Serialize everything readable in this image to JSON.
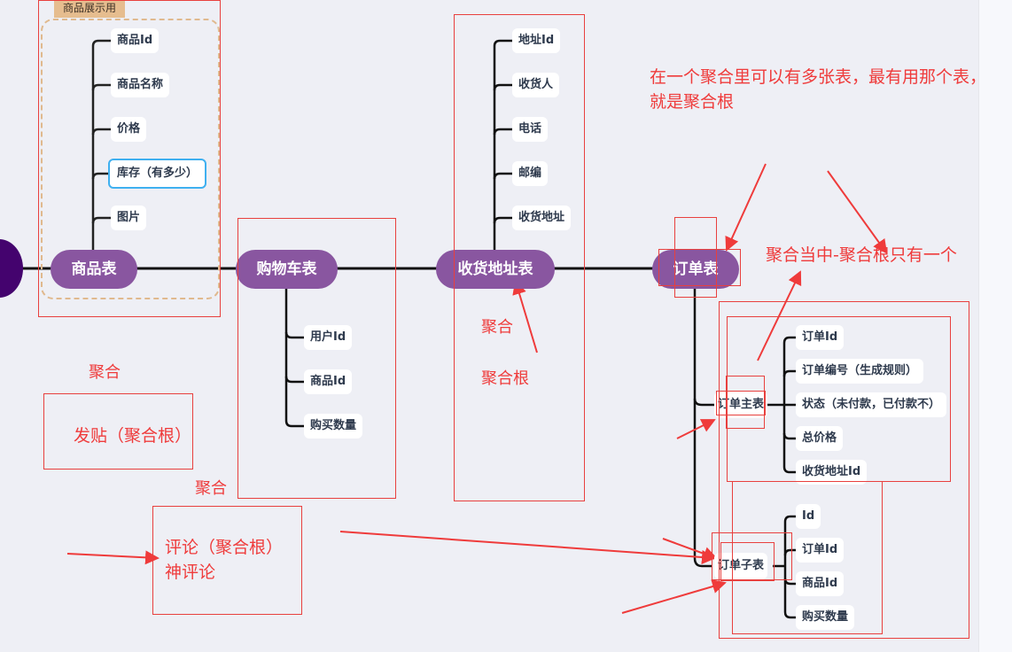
{
  "canvas": {
    "background": "#eeeff5",
    "accent_topic": "#8956a0",
    "root_color": "#44036e",
    "annotation_color": "#ef3b3b"
  },
  "boundary": {
    "label": "商品展示用"
  },
  "topics": {
    "product": {
      "label": "商品表",
      "children": [
        "商品Id",
        "商品名称",
        "价格",
        "库存（有多少）",
        "图片"
      ],
      "selected_child": "库存（有多少）"
    },
    "cart": {
      "label": "购物车表",
      "children": [
        "用户Id",
        "商品Id",
        "购买数量"
      ]
    },
    "address": {
      "label": "收货地址表",
      "children": [
        "地址Id",
        "收货人",
        "电话",
        "邮编",
        "收货地址"
      ]
    },
    "order": {
      "label": "订单表",
      "subtopics": [
        {
          "label": "订单主表",
          "children": [
            "订单Id",
            "订单编号（生成规则）",
            "状态（未付款，已付款不）",
            "总价格",
            "收货地址Id"
          ]
        },
        {
          "label": "订单子表",
          "children": [
            "Id",
            "订单Id",
            "商品Id",
            "购买数量"
          ]
        }
      ]
    }
  },
  "annotations": {
    "top_note_line1": "在一个聚合里可以有多张表，最有用那个表，",
    "top_note_line2": "就是聚合根",
    "single_root_note": "聚合当中-聚合根只有一个",
    "address_aggregate": "聚合",
    "address_root": "聚合根",
    "post_aggregate": "聚合",
    "post_root": "发贴（聚合根）",
    "comment_aggregate": "聚合",
    "comment_root_line1": "评论（聚合根）",
    "comment_root_line2": "神评论"
  }
}
